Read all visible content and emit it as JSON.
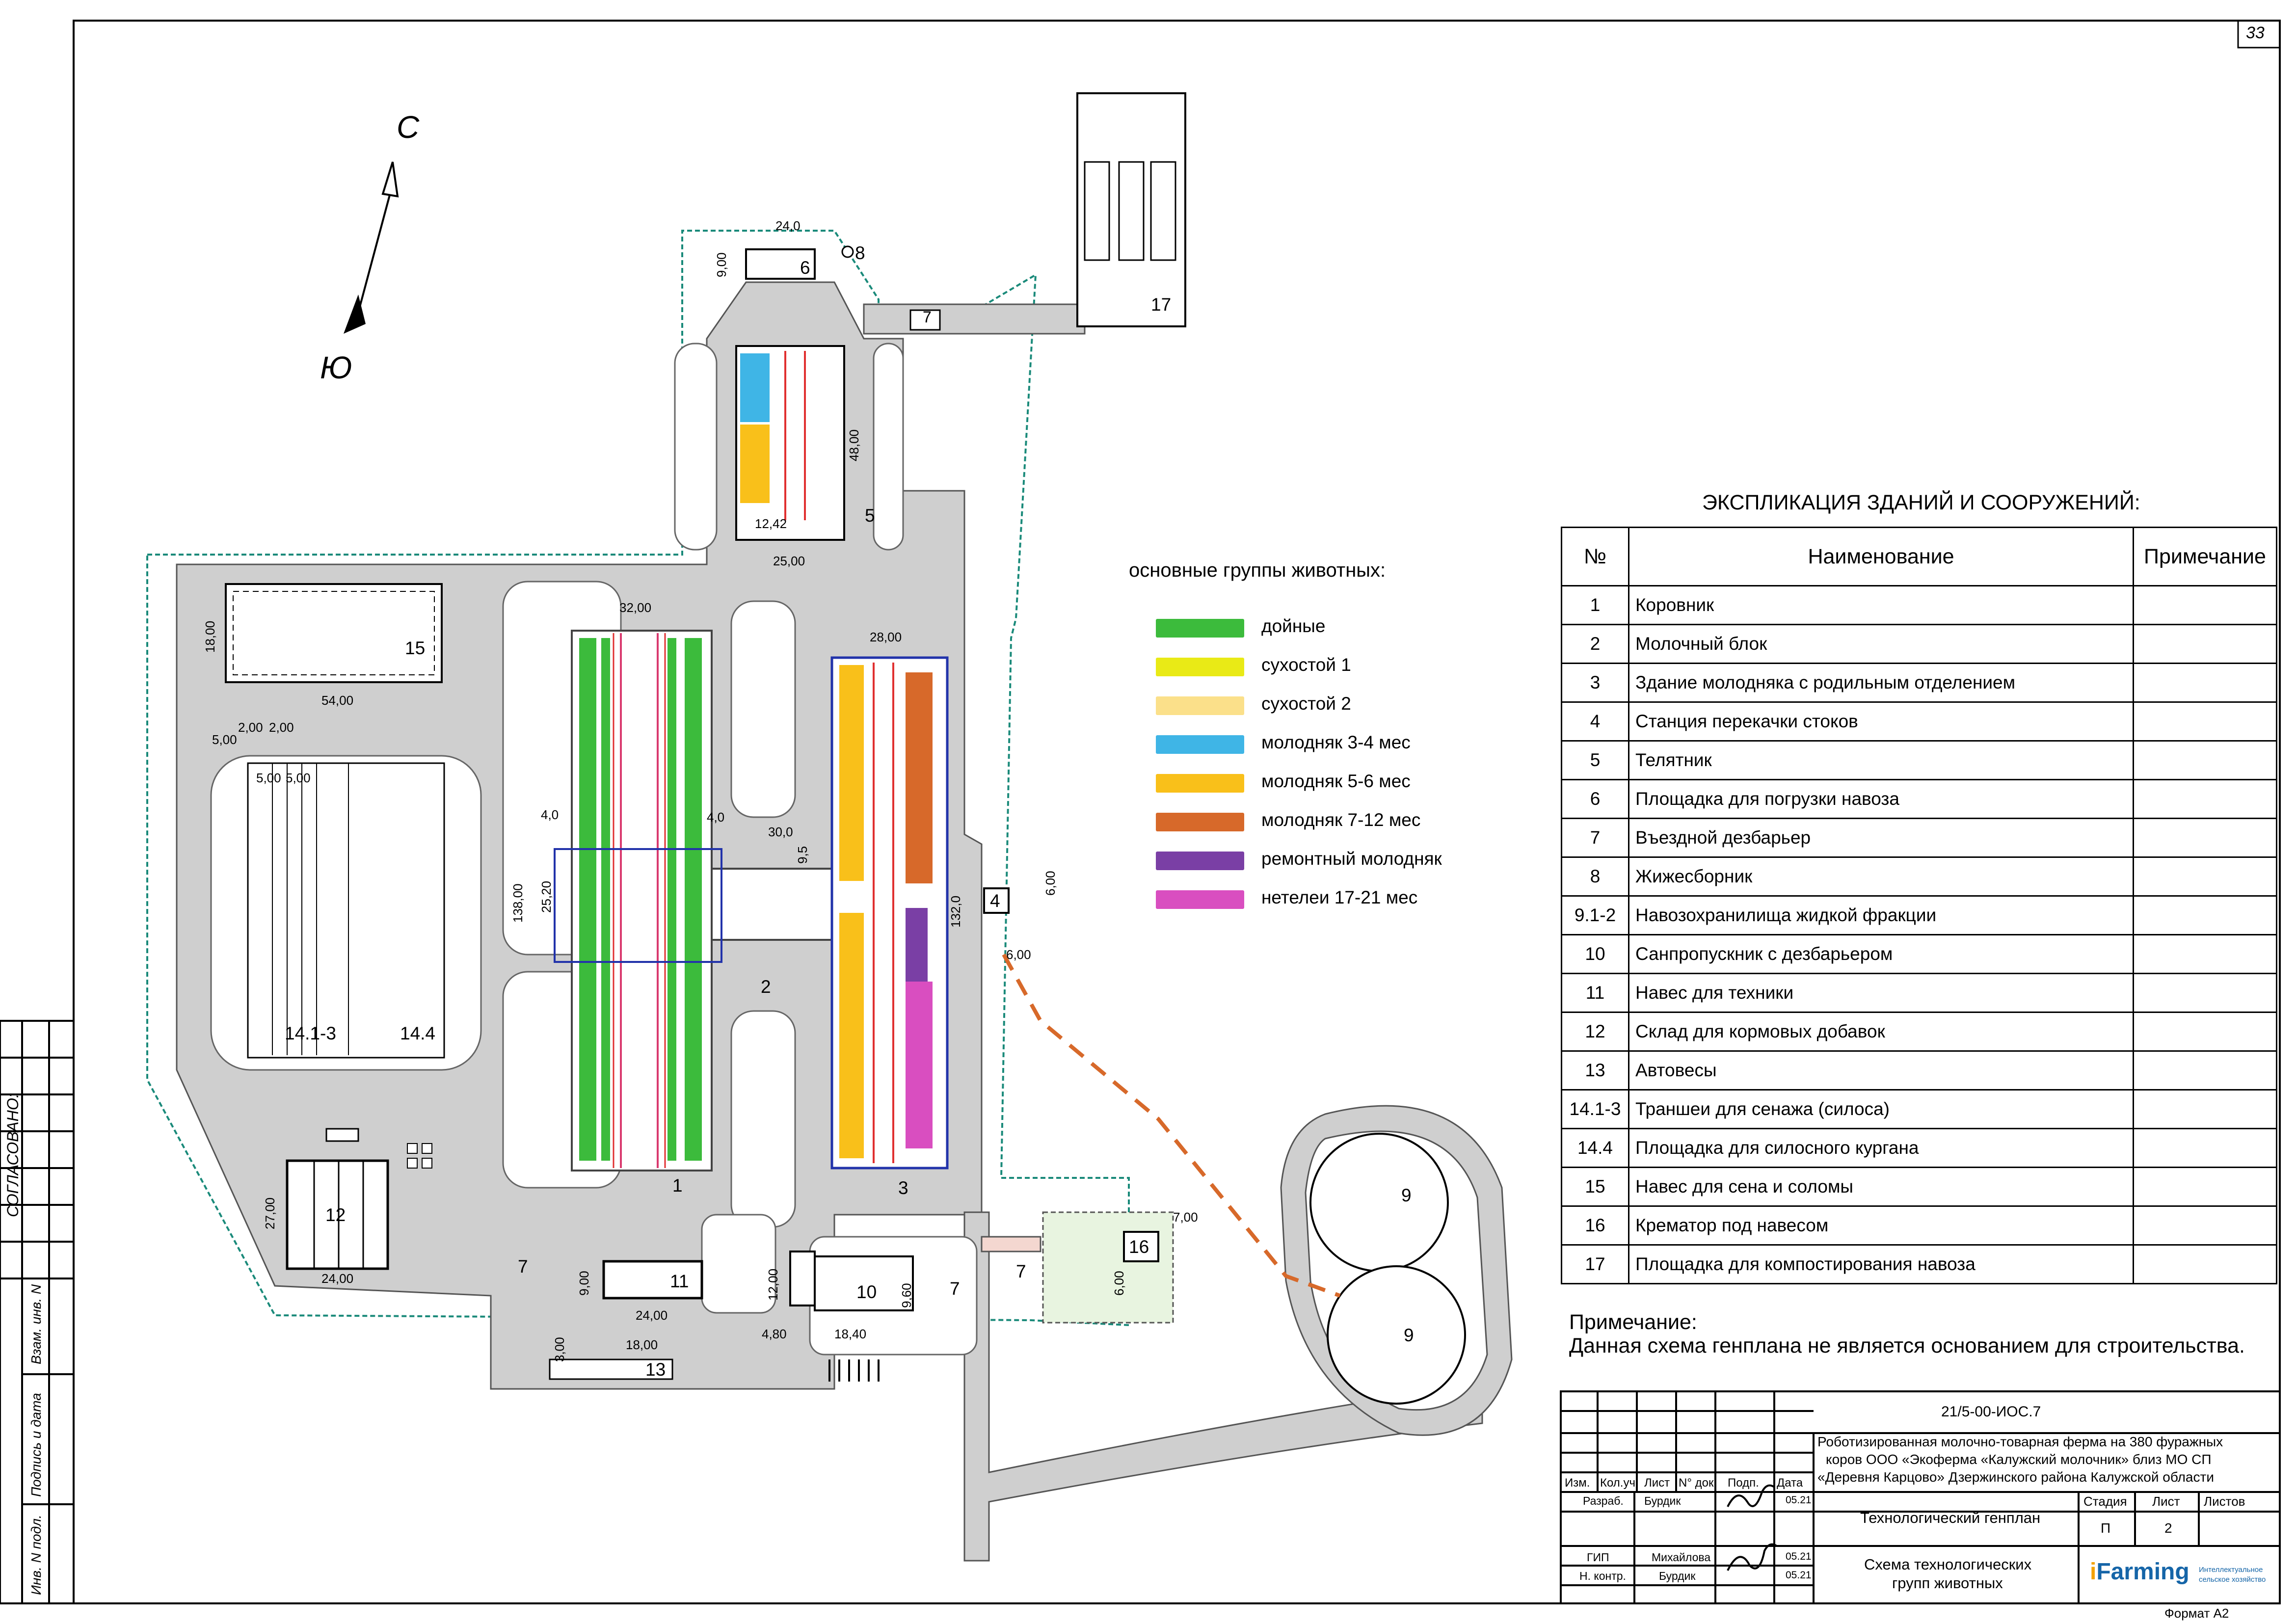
{
  "sheet": {
    "page_number": "33",
    "format": "Формат А2",
    "side_stamp": {
      "agreed": "СОГЛАСОВАНО:",
      "inv_replace": "Взам. инв. N",
      "sign_date": "Подпись и дата",
      "inv_original": "Инв. N подл."
    }
  },
  "compass": {
    "north": "С",
    "south": "Ю"
  },
  "legend": {
    "title": "основные группы животных:",
    "items": [
      {
        "label": "дойные",
        "color": "#3cbb3c"
      },
      {
        "label": "сухостой 1",
        "color": "#e9ea16"
      },
      {
        "label": "сухостой 2",
        "color": "#fbe08a"
      },
      {
        "label": "молодняк 3-4 мес",
        "color": "#3fb5e6"
      },
      {
        "label": "молодняк 5-6 мес",
        "color": "#f9c01a"
      },
      {
        "label": "молодняк 7-12 мес",
        "color": "#d7692a"
      },
      {
        "label": "ремонтный молодняк",
        "color": "#7a3fa5"
      },
      {
        "label": "нетелеи 17-21 мес",
        "color": "#d94ec0"
      }
    ]
  },
  "explication": {
    "title": "ЭКСПЛИКАЦИЯ ЗДАНИЙ И СООРУЖЕНИЙ:",
    "headers": [
      "№",
      "Наименование",
      "Примечание"
    ],
    "rows": [
      {
        "no": "1",
        "name": "Коровник"
      },
      {
        "no": "2",
        "name": "Молочный блок"
      },
      {
        "no": "3",
        "name": "Здание  молодняка с родильным отделением"
      },
      {
        "no": "4",
        "name": "Станция перекачки стоков"
      },
      {
        "no": "5",
        "name": "Телятник"
      },
      {
        "no": "6",
        "name": "Площадка для погрузки навоза"
      },
      {
        "no": "7",
        "name": "Въездной дезбарьер"
      },
      {
        "no": "8",
        "name": "Жижесборник"
      },
      {
        "no": "9.1-2",
        "name": "Навозохранилища жидкой фракции"
      },
      {
        "no": "10",
        "name": "Санпропускник с дезбарьером"
      },
      {
        "no": "11",
        "name": "Навес для техники"
      },
      {
        "no": "12",
        "name": "Склад для кормовых добавок"
      },
      {
        "no": "13",
        "name": "Автовесы"
      },
      {
        "no": "14.1-3",
        "name": "Траншеи для сенажа (силоса)"
      },
      {
        "no": "14.4",
        "name": "Площадка для силосного кургана"
      },
      {
        "no": "15",
        "name": "Навес для сена и соломы"
      },
      {
        "no": "16",
        "name": "Крематор под навесом"
      },
      {
        "no": "17",
        "name": "Площадка для компостирования навоза"
      }
    ]
  },
  "note": {
    "title": "Примечание:",
    "text": "Данная схема генплана не является основанием для строительства."
  },
  "title_block": {
    "code": "21/5-00-ИОС.7",
    "project_line1": "Роботизированная молочно-товарная ферма на 380 фуражных",
    "project_line2": "коров ООО «Экоферма «Калужский молочник» близ МО СП",
    "project_line3": "«Деревня Карцово» Дзержинского района Калужской области",
    "col_headers": [
      "Изм.",
      "Кол.уч",
      "Лист",
      "N° док.",
      "Подп.",
      "Дата"
    ],
    "role1": "Разраб.",
    "name1": "Бурдик",
    "date1": "05.21",
    "role2": "ГИП",
    "name2": "Михайлова",
    "date2": "05.21",
    "role3": "Н. контр.",
    "name3": "Бурдик",
    "date3": "05.21",
    "drawing_title": "Технологический генплан",
    "sheet_title_line1": "Схема технологических",
    "sheet_title_line2": "групп животных",
    "stage_header": "Стадия",
    "sheet_header": "Лист",
    "sheets_header": "Листов",
    "stage": "П",
    "sheet": "2",
    "sheets": "",
    "logo_main": "Farming",
    "logo_prefix": "i",
    "logo_sub1": "Интеллектуальное",
    "logo_sub2": "сельское хозяйство"
  },
  "plan_labels": {
    "b1": "1",
    "b2": "2",
    "b3": "3",
    "b4": "4",
    "b5": "5",
    "b6": "6",
    "b7a": "7",
    "b7b": "7",
    "b7c": "7",
    "b7d": "7",
    "b8": "8",
    "b9a": "9",
    "b9b": "9",
    "b10": "10",
    "b11": "11",
    "b12": "12",
    "b13": "13",
    "b14a": "14.1-3",
    "b14b": "14.4",
    "b15": "15",
    "b16": "16",
    "b17": "17"
  },
  "dimensions": {
    "d24_0": "24,0",
    "d9_00a": "9,00",
    "d48_00": "48,00",
    "d25_00": "25,00",
    "d12_42": "12,42",
    "d32_00": "32,00",
    "d28_00": "28,00",
    "d18_00a": "18,00",
    "d54_00": "54,00",
    "d5_00a": "5,00",
    "d2_00a": "2,00",
    "d2_00b": "2,00",
    "d5_00b": "5,00",
    "d5_00c": "5,00",
    "d4_0a": "4,0",
    "d4_0b": "4,0",
    "d30_0": "30,0",
    "d9_5": "9,5",
    "d138_00": "138,00",
    "d25_20": "25,20",
    "d132_0": "132,0",
    "d6_00a": "6,00",
    "d6_00b": "6,00",
    "d7_00": "7,00",
    "d6_00c": "6,00",
    "d27_00": "27,00",
    "d24_00a": "24,00",
    "d9_00b": "9,00",
    "d24_00b": "24,00",
    "d12_00": "12,00",
    "d4_80": "4,80",
    "d18_40": "18,40",
    "d9_60": "9,60",
    "d3_00": "3,00",
    "d18_00b": "18,00"
  }
}
